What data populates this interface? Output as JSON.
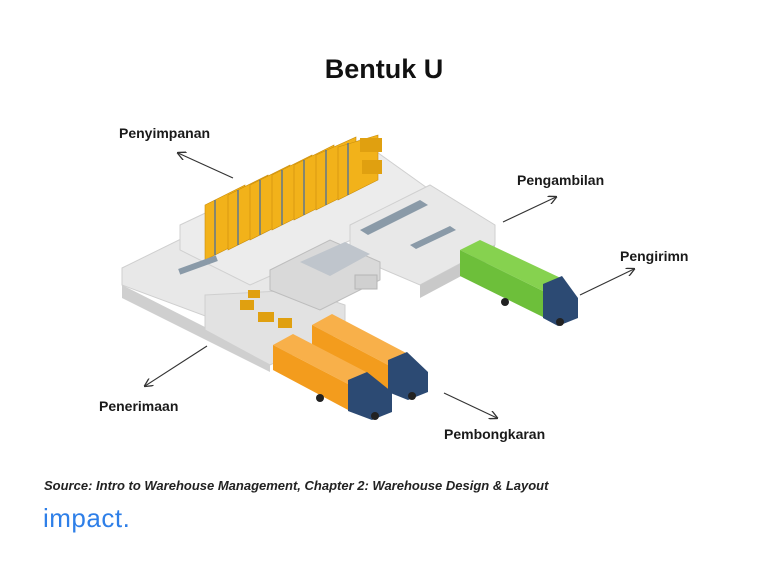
{
  "title": "Bentuk U",
  "labels": {
    "storage": "Penyimpanan",
    "picking": "Pengambilan",
    "shipping": "Pengirimn",
    "receiving": "Penerimaan",
    "unloading": "Pembongkaran"
  },
  "source": "Source: Intro to Warehouse Management, Chapter 2: Warehouse Design & Layout",
  "brand": "impact.",
  "colors": {
    "floor": "#e6e6e6",
    "wall": "#cfcfcf",
    "rack_yellow": "#f2b21a",
    "rack_blue": "#3b6aa8",
    "truck_green": "#6dbf3a",
    "truck_orange": "#f39c1d",
    "cab_blue": "#2c4a73",
    "brand": "#2e7fe8"
  }
}
